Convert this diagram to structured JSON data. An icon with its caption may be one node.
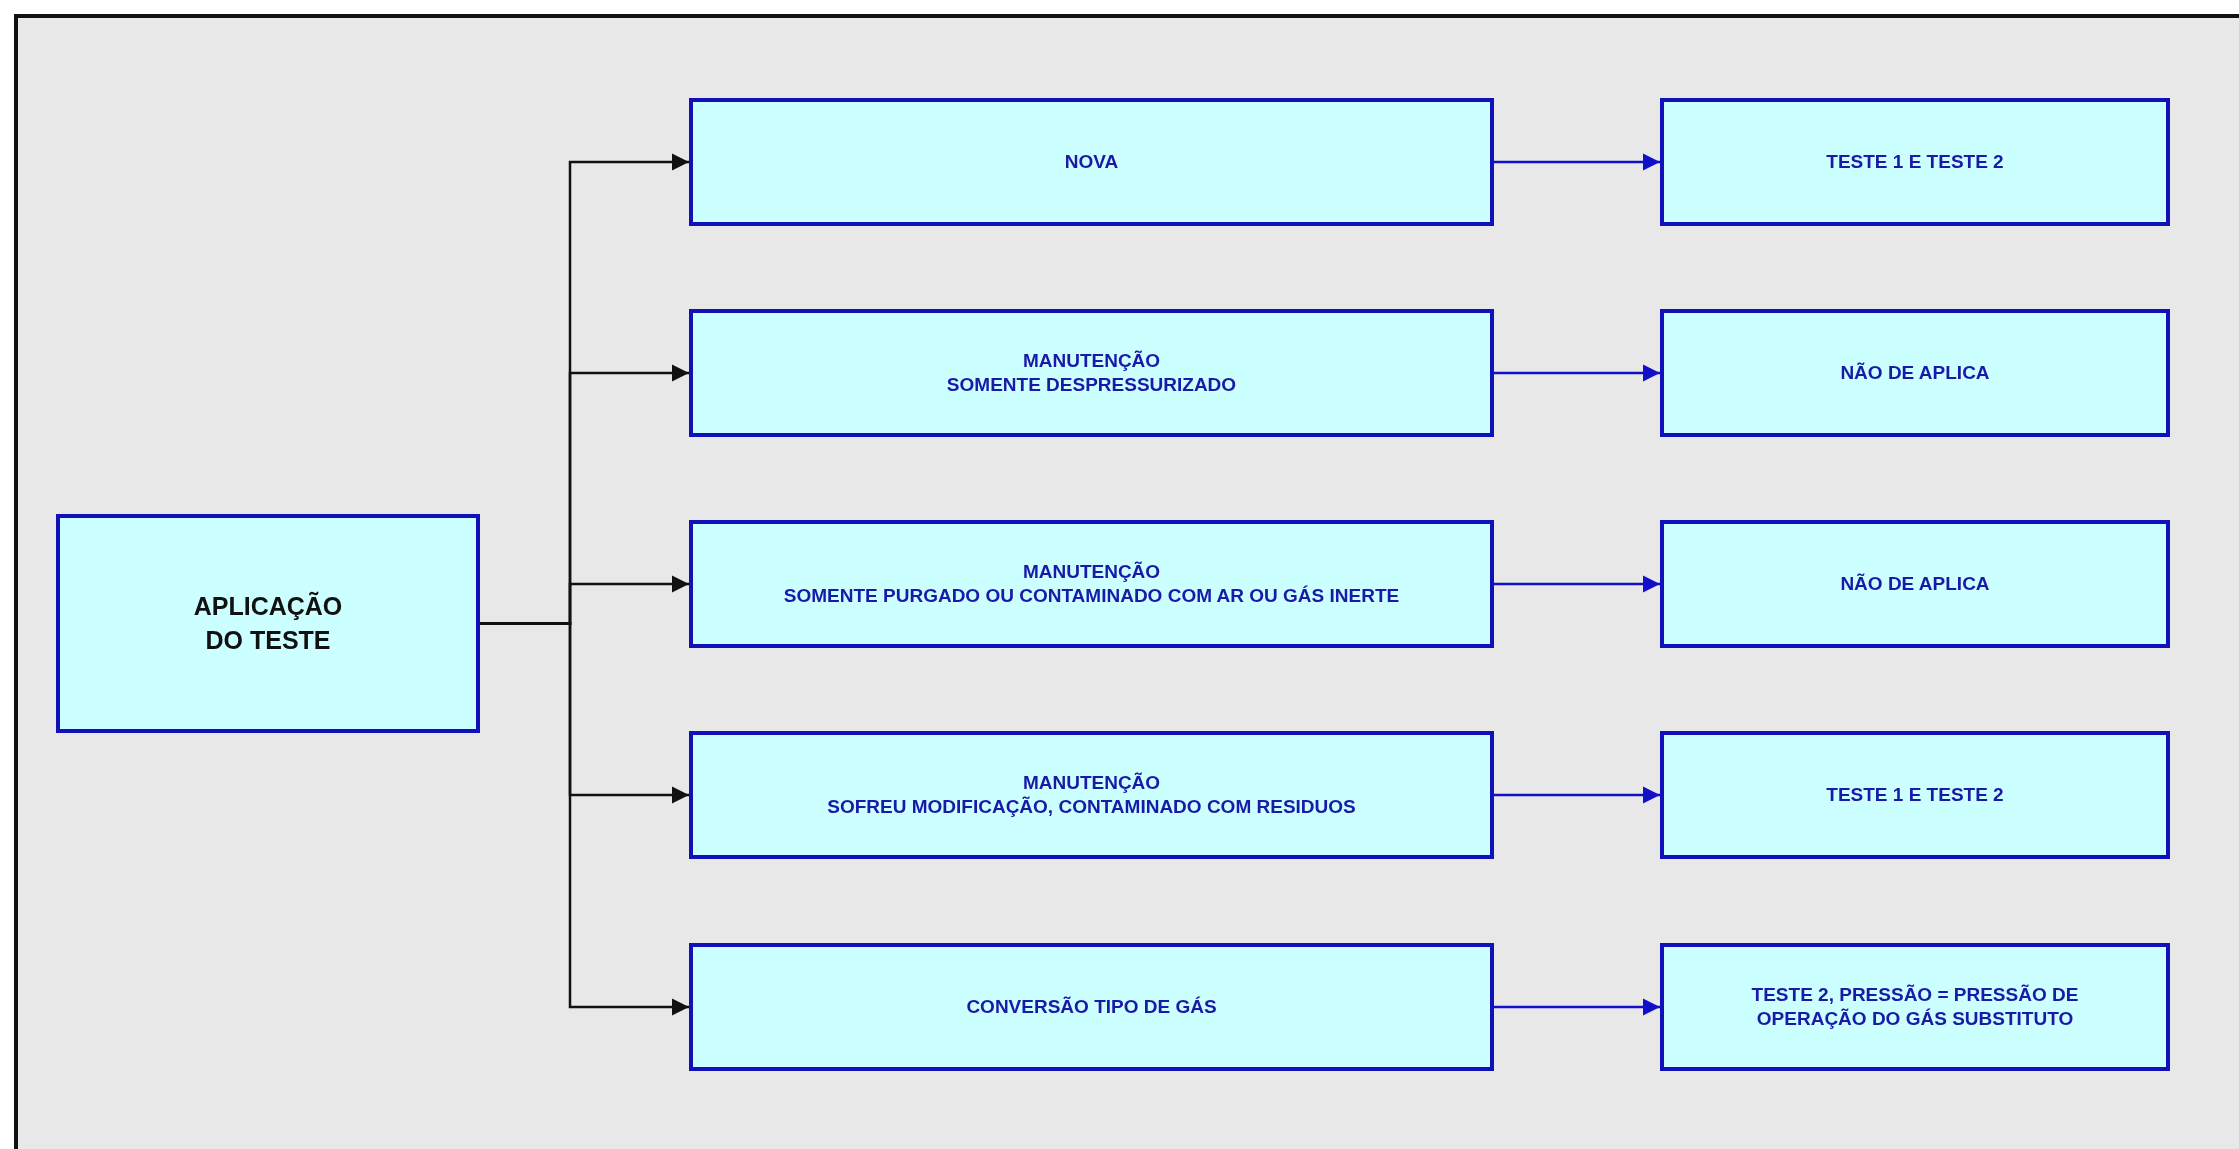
{
  "diagram": {
    "nodes": [
      {
        "text": [
          "APLICAÇÃO DO TESTE"
        ]
      },
      {
        "text": [
          "NOVA"
        ]
      },
      {
        "text": [
          "MANUTENÇÃO",
          "SOMENTE DESPRESSURIZADO"
        ]
      },
      {
        "text": [
          "MANUTENÇÃO",
          "SOMENTE PURGADO OU CONTAMINADO COM AR OU GÁS INERTE"
        ]
      },
      {
        "text": [
          "MANUTENÇÃO",
          "SOFREU MODIFICAÇÃO, CONTAMINADO COM RESIDUOS"
        ]
      },
      {
        "text": [
          "CONVERSÃO TIPO DE GÁS"
        ]
      },
      {
        "text": [
          "TESTE 1 E TESTE 2"
        ]
      },
      {
        "text": [
          "NÃO DE APLICA"
        ]
      },
      {
        "text": [
          "NÃO DE APLICA"
        ]
      },
      {
        "text": [
          "TESTE 1 E TESTE 2"
        ]
      },
      {
        "text": [
          "TESTE 2, PRESSÃO = PRESSÃO DE OPERAÇÃO DO GÁS SUBSTITUTO"
        ]
      }
    ],
    "edges": [
      {
        "from": 0,
        "to": 1,
        "arrow": "to"
      },
      {
        "from": 0,
        "to": 2,
        "arrow": "to"
      },
      {
        "from": 0,
        "to": 3,
        "arrow": "to"
      },
      {
        "from": 0,
        "to": 4,
        "arrow": "to"
      },
      {
        "from": 0,
        "to": 5,
        "arrow": "to"
      },
      {
        "from": 1,
        "to": 6,
        "arrow": "to",
        "color": "#1010c8"
      },
      {
        "from": 2,
        "to": 7,
        "arrow": "to",
        "color": "#1010c8"
      },
      {
        "from": 3,
        "to": 8,
        "arrow": "to",
        "color": "#1010c8"
      },
      {
        "from": 4,
        "to": 9,
        "arrow": "to",
        "color": "#1010c8"
      },
      {
        "from": 5,
        "to": 10,
        "arrow": "to",
        "color": "#1010c8"
      }
    ]
  }
}
